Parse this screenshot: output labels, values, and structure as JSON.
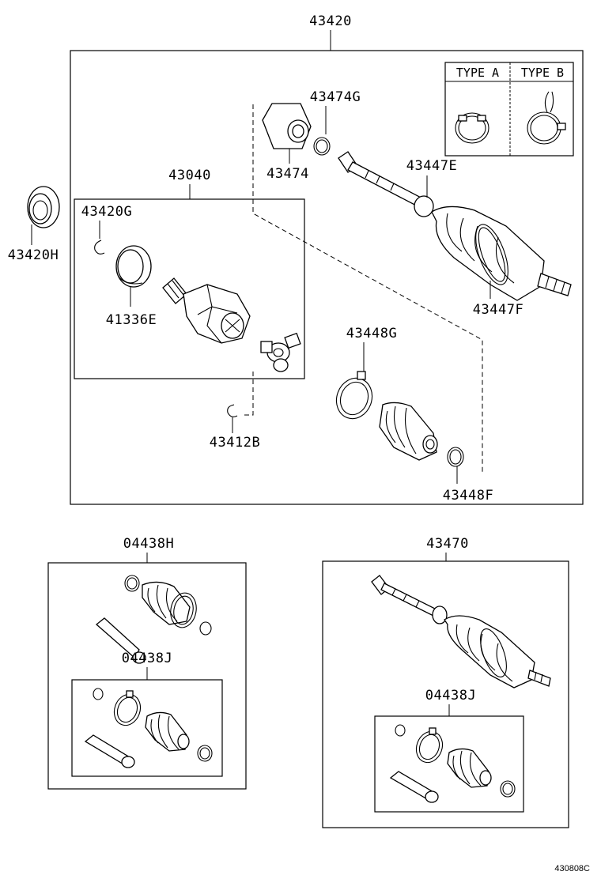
{
  "labels": {
    "main_assembly": "43420",
    "seal_outer": "43420H",
    "snap_ring_g": "43420G",
    "inner_joint": "43040",
    "ring_41336e": "41336E",
    "dynamic_damper": "43474",
    "damper_clamp": "43474G",
    "boot_clamp_e": "43447E",
    "boot_clamp_f": "43447F",
    "boot_clamp_g": "43448G",
    "snap_ring_b": "43412B",
    "boot_clamp_48f": "43448F",
    "boot_kit_outer": "04438H",
    "boot_kit_inner_left": "04438J",
    "shaft_assembly": "43470",
    "boot_kit_inner_right": "04438J"
  },
  "clamp_types": {
    "type_a": "TYPE A",
    "type_b": "TYPE B"
  },
  "diagram_code": "430808C"
}
